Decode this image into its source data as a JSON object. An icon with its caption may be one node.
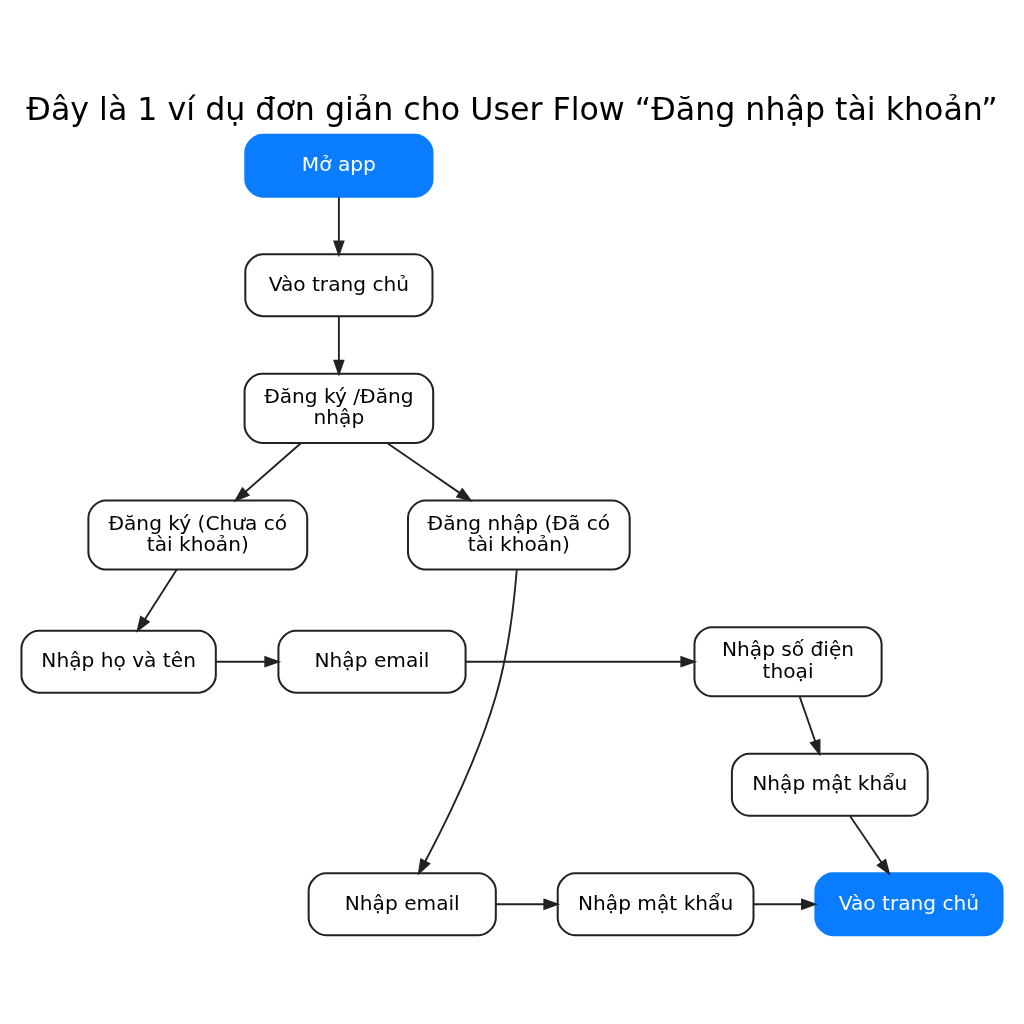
{
  "diagram": {
    "title": "Đây là 1 ví dụ đơn giản cho User Flow “Đăng nhập tài khoản”",
    "nodes": [
      {
        "text": [
          "Mở app"
        ]
      },
      {
        "text": [
          "Vào trang chủ"
        ]
      },
      {
        "text": [
          "Đăng ký /Đăng nhập"
        ]
      },
      {
        "text": [
          "Đăng ký (Chưa có tài khoản)"
        ]
      },
      {
        "text": [
          "Nhập họ và tên"
        ]
      },
      {
        "text": [
          "Nhập email"
        ]
      },
      {
        "text": [
          "Nhập số điện thoại"
        ]
      },
      {
        "text": [
          "Nhập mật khẩu"
        ]
      },
      {
        "text": [
          "Đăng nhập (Đã có tài khoản)"
        ]
      },
      {
        "text": [
          "Nhập email"
        ]
      },
      {
        "text": [
          "Nhập mật khẩu"
        ]
      },
      {
        "text": [
          "Vào trang chủ"
        ]
      }
    ],
    "edges": [
      {
        "from": 0,
        "to": 1,
        "arrow": "to"
      },
      {
        "from": 1,
        "to": 2,
        "arrow": "to"
      },
      {
        "from": 2,
        "to": 3,
        "arrow": "to"
      },
      {
        "from": 2,
        "to": 8,
        "arrow": "to"
      },
      {
        "from": 3,
        "to": 4,
        "arrow": "to"
      },
      {
        "from": 4,
        "to": 5,
        "arrow": "to"
      },
      {
        "from": 5,
        "to": 6,
        "arrow": "to"
      },
      {
        "from": 6,
        "to": 7,
        "arrow": "to"
      },
      {
        "from": 7,
        "to": 11,
        "arrow": "to"
      },
      {
        "from": 8,
        "to": 9,
        "arrow": "to"
      },
      {
        "from": 9,
        "to": 10,
        "arrow": "to"
      },
      {
        "from": 10,
        "to": 11,
        "arrow": "to"
      }
    ]
  }
}
